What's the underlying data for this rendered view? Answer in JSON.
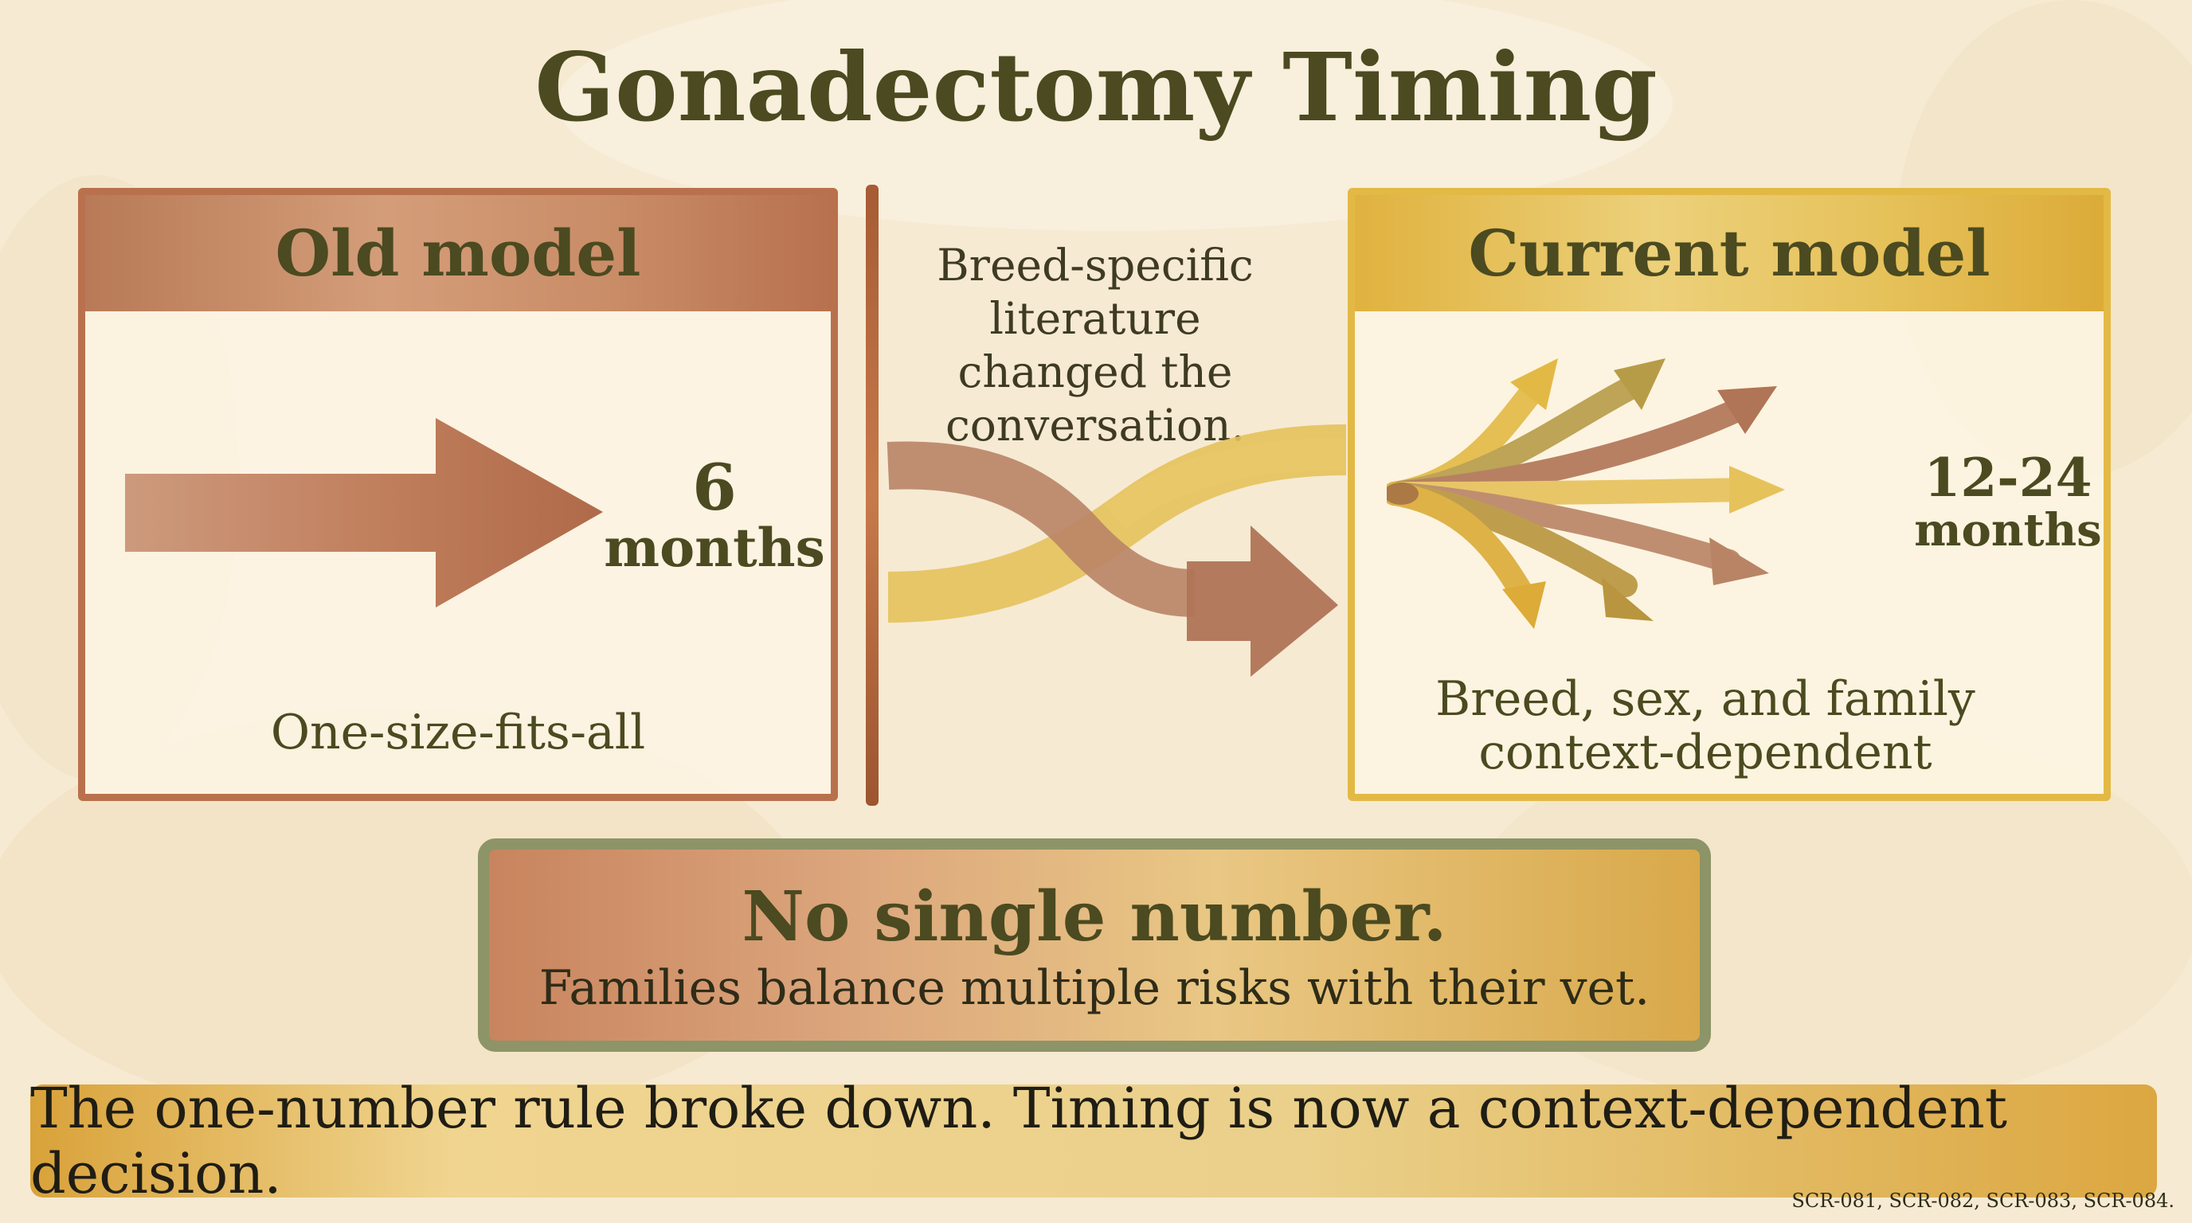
{
  "title": "Gonadectomy Timing",
  "old_model": {
    "header": "Old model",
    "value": "6",
    "unit": "months",
    "caption": "One-size-fits-all"
  },
  "bridge": {
    "text": "Breed-specific literature changed the conversation."
  },
  "current_model": {
    "header": "Current model",
    "value": "12-24",
    "unit": "months",
    "caption_line1": "Breed, sex, and family",
    "caption_line2": "context-dependent"
  },
  "summary": {
    "headline": "No single number.",
    "subtext": "Families balance multiple risks with their vet."
  },
  "banner": {
    "text": "The one-number rule broke down. Timing is now a context-dependent decision."
  },
  "footnote": "SCR-081, SCR-082, SCR-083, SCR-084.",
  "colors": {
    "old_model": "#b9714d",
    "current_model": "#e3b945",
    "title_text": "#4b4a20",
    "summary_border": "#8d9468"
  }
}
